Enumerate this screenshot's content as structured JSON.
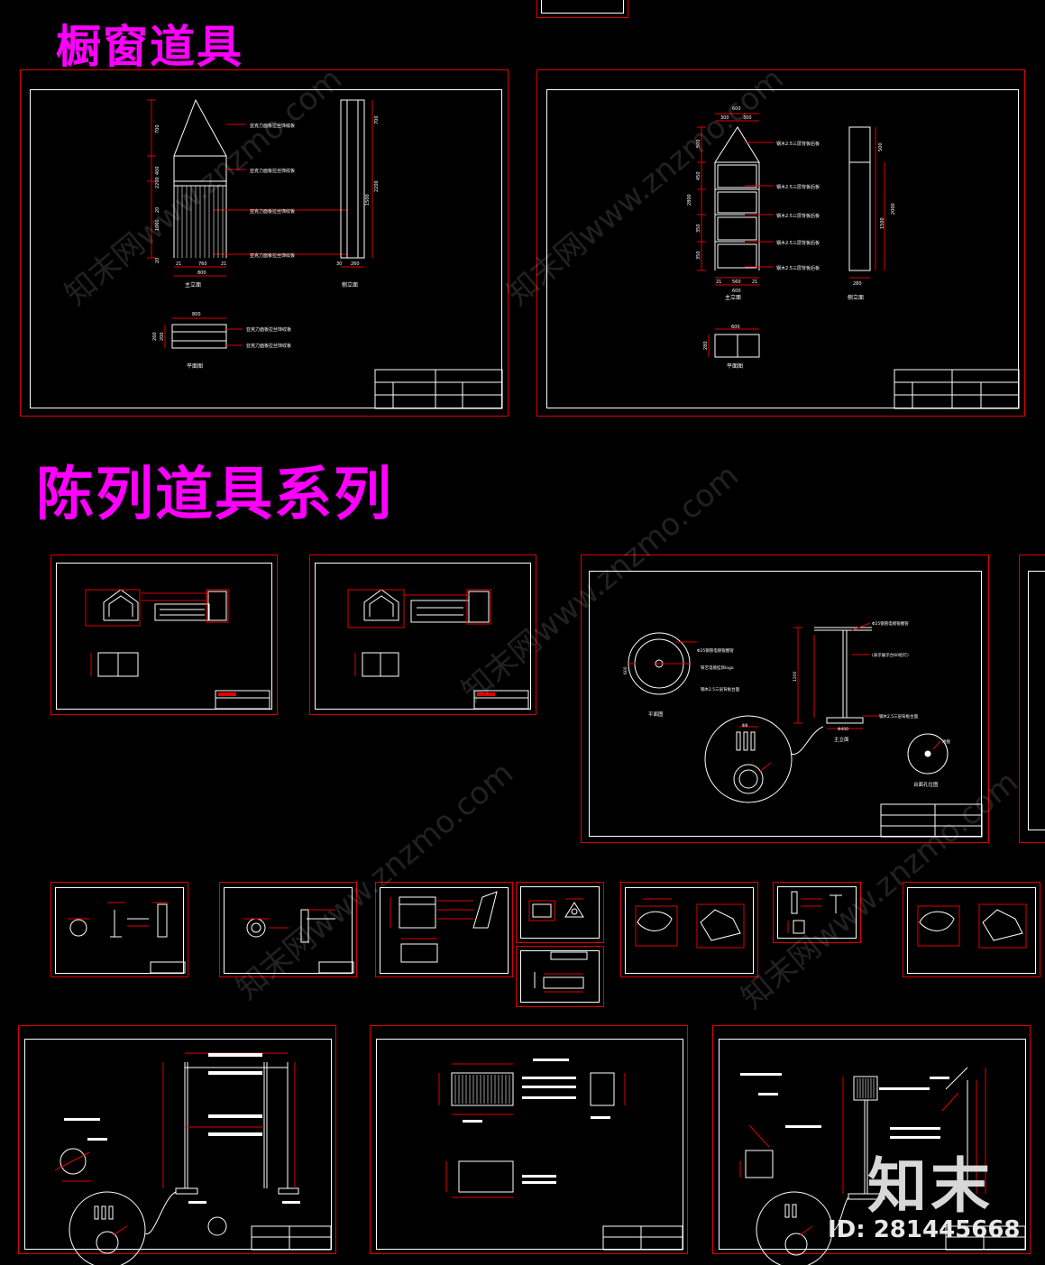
{
  "headings": {
    "window_props": "橱窗道具",
    "display_props": "陈列道具系列"
  },
  "sheet1": {
    "labels": [
      "亚克力面板拉丝饰纹板",
      "亚克力面板拉丝饰纹板",
      "亚克力面板拉丝饰纹板",
      "亚克力面板拉丝饰纹板"
    ],
    "plan_labels": [
      "亚克力面板拉丝饰纹板",
      "亚克力面板拉丝饰纹板"
    ],
    "dims_v": [
      "700",
      "400",
      "2200",
      "20",
      "1060",
      "20"
    ],
    "dims_h": [
      "21",
      "760",
      "21",
      "800"
    ],
    "side_dims": [
      "700",
      "2200",
      "1500",
      "30",
      "260"
    ],
    "plan_dims": [
      "800",
      "260",
      "200"
    ],
    "views": [
      "主立面",
      "侧立面",
      "平面图"
    ]
  },
  "sheet2": {
    "labels": [
      "钢木2.5三层背板后板",
      "钢木2.5三层背板后板",
      "钢木2.5三层背板后板",
      "钢木2.5三层背板后板",
      "钢木2.5三层背板后板"
    ],
    "dims_top": [
      "600",
      "300",
      "300"
    ],
    "dims_v": [
      "500",
      "2800",
      "450",
      "350",
      "350"
    ],
    "dims_bottom": [
      "21",
      "560",
      "21",
      "600"
    ],
    "side_dims": [
      "500",
      "2000",
      "1500",
      "280"
    ],
    "plan_dims": [
      "600",
      "280"
    ],
    "views": [
      "主立面",
      "侧立面",
      "平面图"
    ]
  },
  "sheet5": {
    "labels": [
      "Φ25钢管电镀银圈管",
      "铁艺电镀挂饰logo",
      "钢木2.5三层背板台面",
      "Φ25钢管电镀银圈管",
      "(表示展示台60桩钉)",
      "钢木2.5三层背板台面",
      "地盘"
    ],
    "dims": [
      "600",
      "1200",
      "Φ400",
      "Φ8"
    ],
    "views": [
      "平面图",
      "主立面",
      "台面孔位图"
    ]
  },
  "watermark": "知末网www.znzmo.com",
  "logo": "知末",
  "id_text": "ID: 281445668"
}
